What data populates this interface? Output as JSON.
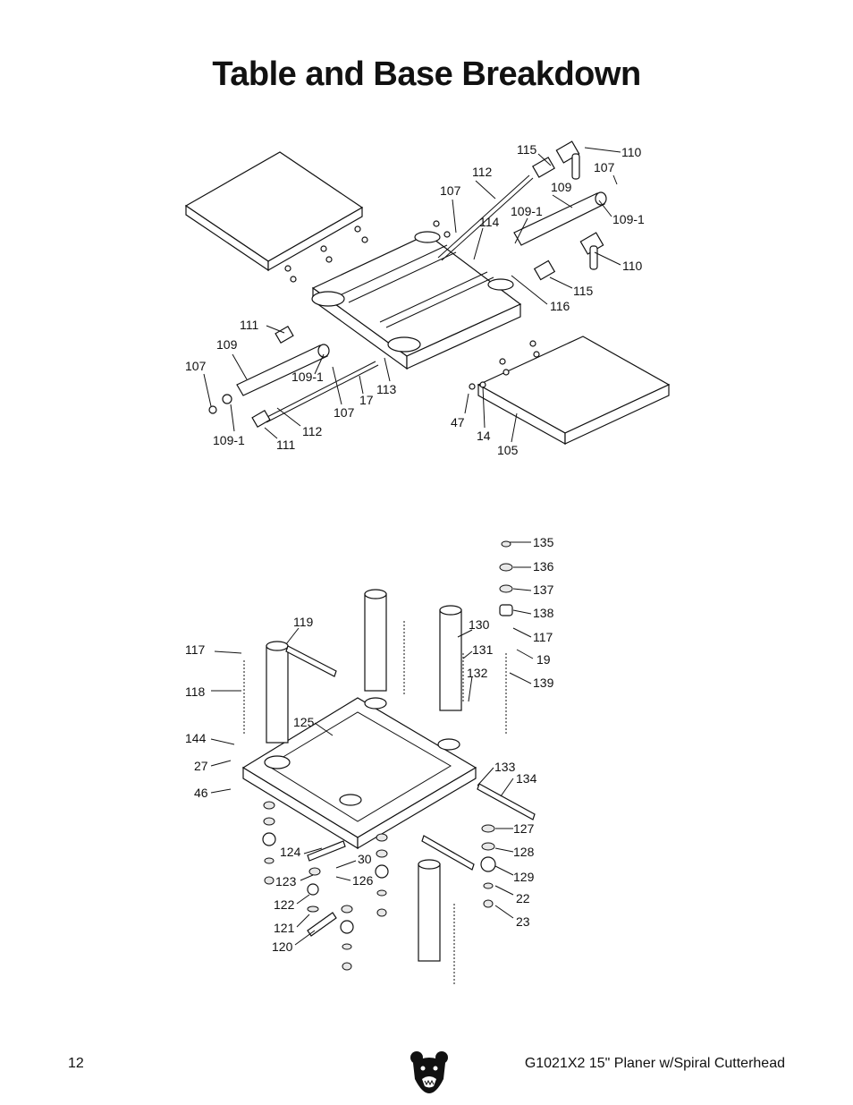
{
  "page": {
    "title": "Table and Base Breakdown",
    "page_number": "12",
    "model": "G1021X2 15\" Planer w/Spiral Cutterhead",
    "logo_icon": "bear-head-logo-icon"
  },
  "table_diagram": {
    "labels": [
      "115",
      "110",
      "107",
      "112",
      "107",
      "109",
      "109-1",
      "114",
      "109-1",
      "110",
      "115",
      "116",
      "111",
      "109",
      "107",
      "109-1",
      "17",
      "113",
      "107",
      "47",
      "14",
      "105",
      "112",
      "109-1",
      "111"
    ]
  },
  "base_diagram": {
    "labels": [
      "135",
      "136",
      "137",
      "138",
      "117",
      "19",
      "139",
      "119",
      "130",
      "131",
      "132",
      "117",
      "118",
      "125",
      "144",
      "27",
      "46",
      "133",
      "134",
      "127",
      "128",
      "129",
      "22",
      "23",
      "124",
      "30",
      "123",
      "126",
      "122",
      "121",
      "120"
    ]
  }
}
